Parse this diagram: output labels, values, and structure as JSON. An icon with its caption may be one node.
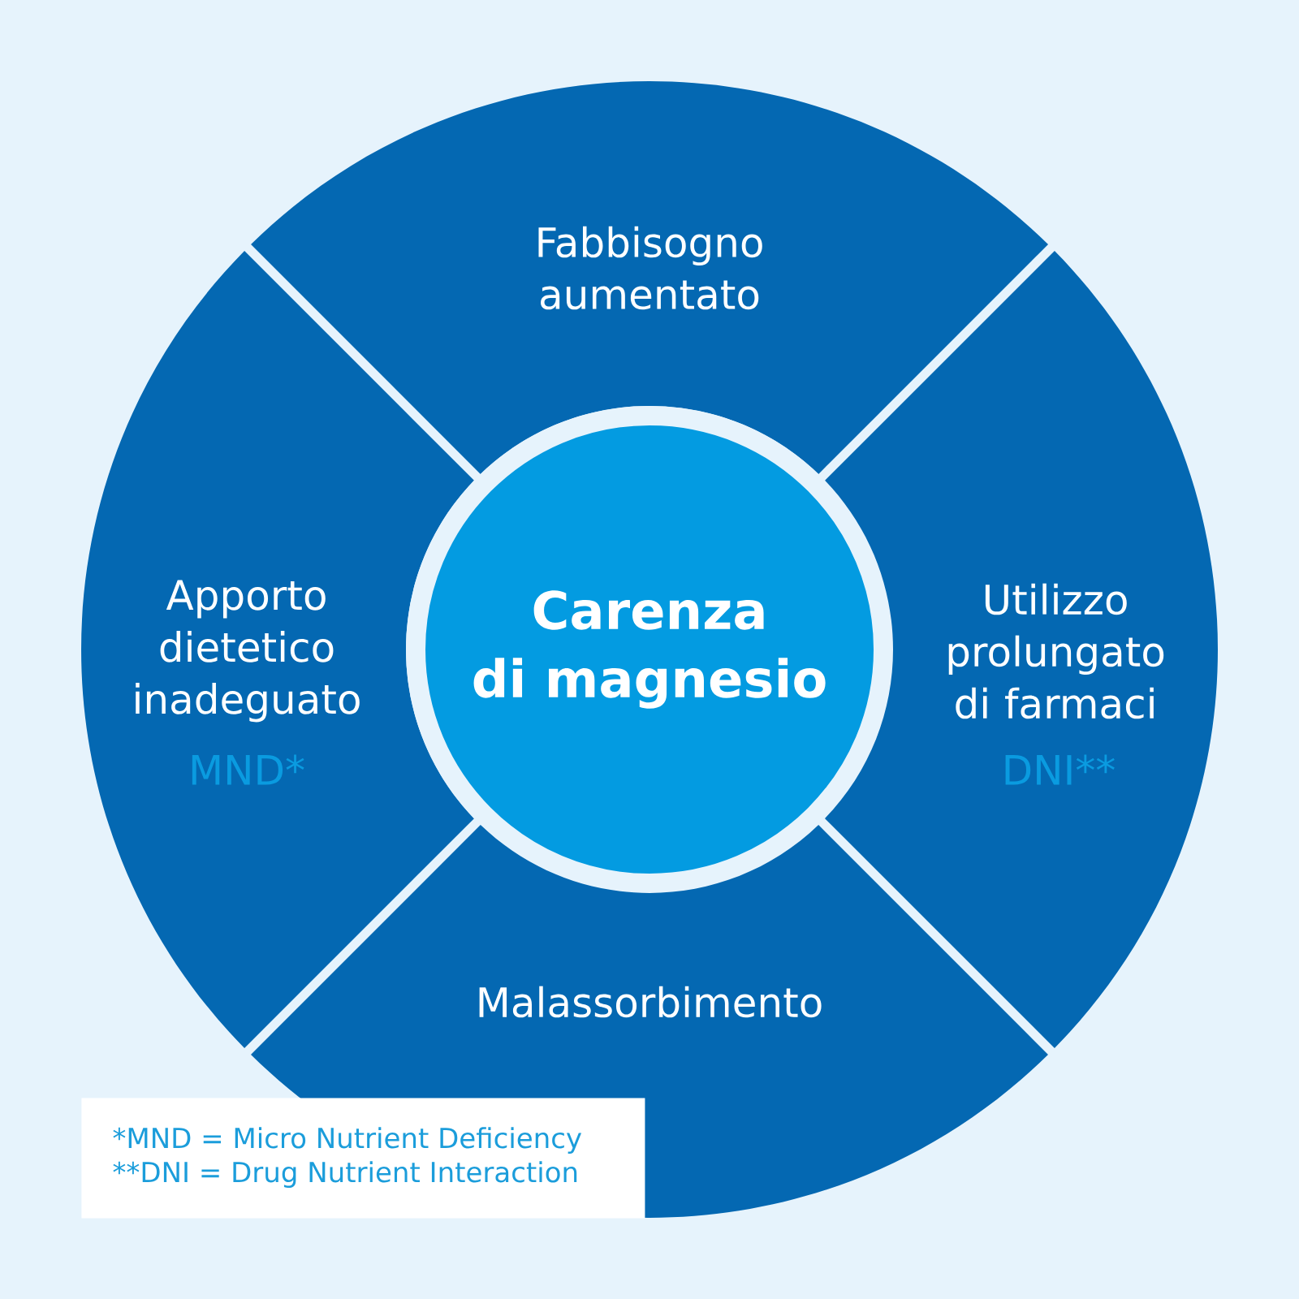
{
  "diagram": {
    "nodes": [
      {
        "text": [
          "Fabbisogno aumentato"
        ]
      },
      {
        "text": [
          "Apporto dietetico inadeguato",
          "MND*"
        ]
      },
      {
        "text": [
          "Carenza di magnesio"
        ]
      },
      {
        "text": [
          "Utilizzo prolungato di farmaci",
          "DNI**"
        ]
      },
      {
        "text": [
          "Malassorbimento"
        ]
      },
      {
        "text": [
          "*MND = Micro Nutrient Deficiency",
          "**DNI = Drug Nutrient Interaction"
        ]
      }
    ]
  }
}
